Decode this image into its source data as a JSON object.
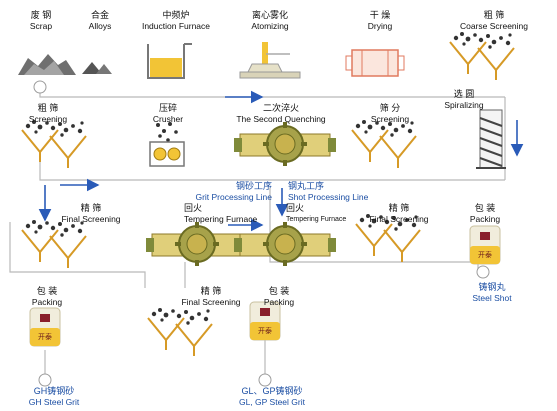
{
  "colors": {
    "line": "#b9b9b9",
    "arrow": "#2a5bb8",
    "product_text": "#1b4ea3",
    "accent_orange": "#d69a26"
  },
  "top_row": {
    "scrap": {
      "zh": "废 钢",
      "en": "Scrap"
    },
    "alloys": {
      "zh": "合金",
      "en": "Alloys"
    },
    "furnace": {
      "zh": "中频炉",
      "en": "Induction Furnace"
    },
    "atomizing": {
      "zh": "离心雾化",
      "en": "Atomizing"
    },
    "drying": {
      "zh": "干 燥",
      "en": "Drying"
    },
    "coarse": {
      "zh": "粗 筛",
      "en": "Coarse Screening"
    }
  },
  "second_row": {
    "screening_left": {
      "zh": "粗 筛",
      "en": "Screening"
    },
    "crusher": {
      "zh": "压碎",
      "en": "Crusher"
    },
    "quench": {
      "zh": "二次淬火",
      "en": "The Second Quenching"
    },
    "screening_mid": {
      "zh": "筛 分",
      "en": "Screening"
    },
    "spiral": {
      "zh": "选 圆",
      "en": "Spiralizing"
    }
  },
  "lines": {
    "grit": {
      "zh": "钢砂工序",
      "en": "Grit Processing Line"
    },
    "shot": {
      "zh": "钢丸工序",
      "en": "Shot Processing Line"
    }
  },
  "third_row": {
    "final_left": {
      "zh": "精 筛",
      "en": "Final Screening"
    },
    "temper_left": {
      "zh": "回火",
      "en": "Tempering Furnace"
    },
    "temper_right": {
      "zh": "回火",
      "en": "Tempering Furnace"
    },
    "final_right": {
      "zh": "精 筛",
      "en": "Final Screening"
    },
    "packing_right": {
      "zh": "包 装",
      "en": "Packing"
    }
  },
  "bottom_row": {
    "packing_left": {
      "zh": "包 装",
      "en": "Packing"
    },
    "final_bottom": {
      "zh": "精 筛",
      "en": "Final Screening"
    },
    "packing_mid": {
      "zh": "包 装",
      "en": "Packing"
    }
  },
  "products": {
    "steel_shot": {
      "zh": "铸钢丸",
      "en": "Steel Shot"
    },
    "gh_grit": {
      "zh": "GH铸钢砂",
      "en": "GH Steel Grit"
    },
    "gl_gp_grit": {
      "zh": "GL、GP铸钢砂",
      "en": "GL, GP Steel Grit"
    }
  },
  "bag_text": "开泰",
  "icons": [
    "scrap-pile-icon",
    "alloy-pile-icon",
    "induction-furnace-icon",
    "atomizer-icon",
    "dryer-drum-icon",
    "screen-deck-icon",
    "crusher-icon",
    "quench-drum-icon",
    "spiral-separator-icon",
    "tempering-drum-icon",
    "packing-bag-icon",
    "product-circle-icon"
  ]
}
